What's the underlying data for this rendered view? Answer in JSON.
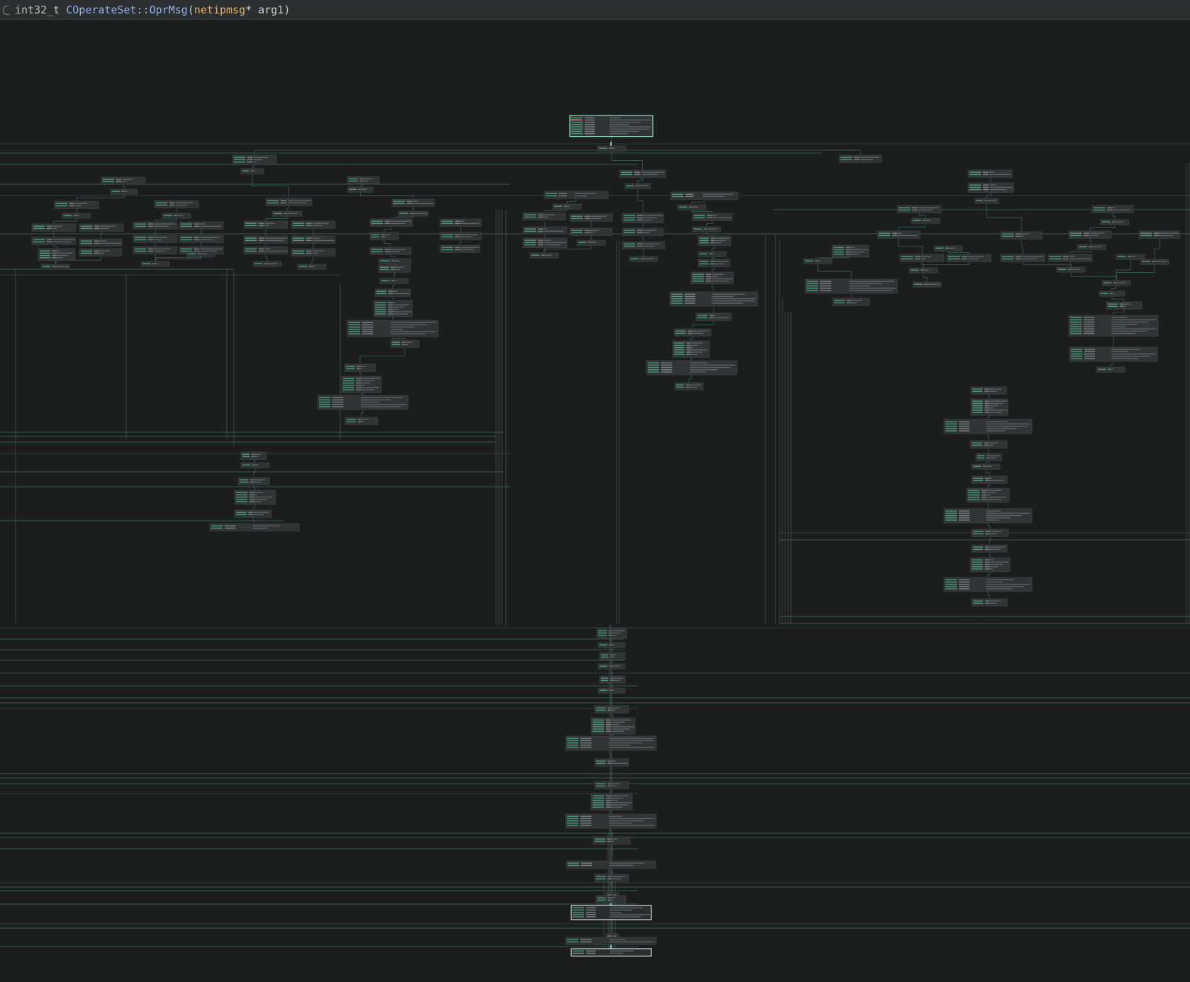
{
  "window": {
    "signature": {
      "return_type": "int32_t",
      "class_name": "COperateSet",
      "separator": "::",
      "function_name": "OprMsg",
      "open_paren": "(",
      "param_type": "netipmsg",
      "pointer": "*",
      "param_name": " arg1",
      "close_paren": ")"
    }
  },
  "icons": {
    "function": "function-bracket-icon"
  },
  "colors": {
    "background": "#1c1e1e",
    "titlebar": "#2c2f30",
    "block_fill": "#303435",
    "entry_border": "#8fe0c0",
    "edge_green": "#3d7a66",
    "edge_blue": "#4a6a8a"
  }
}
